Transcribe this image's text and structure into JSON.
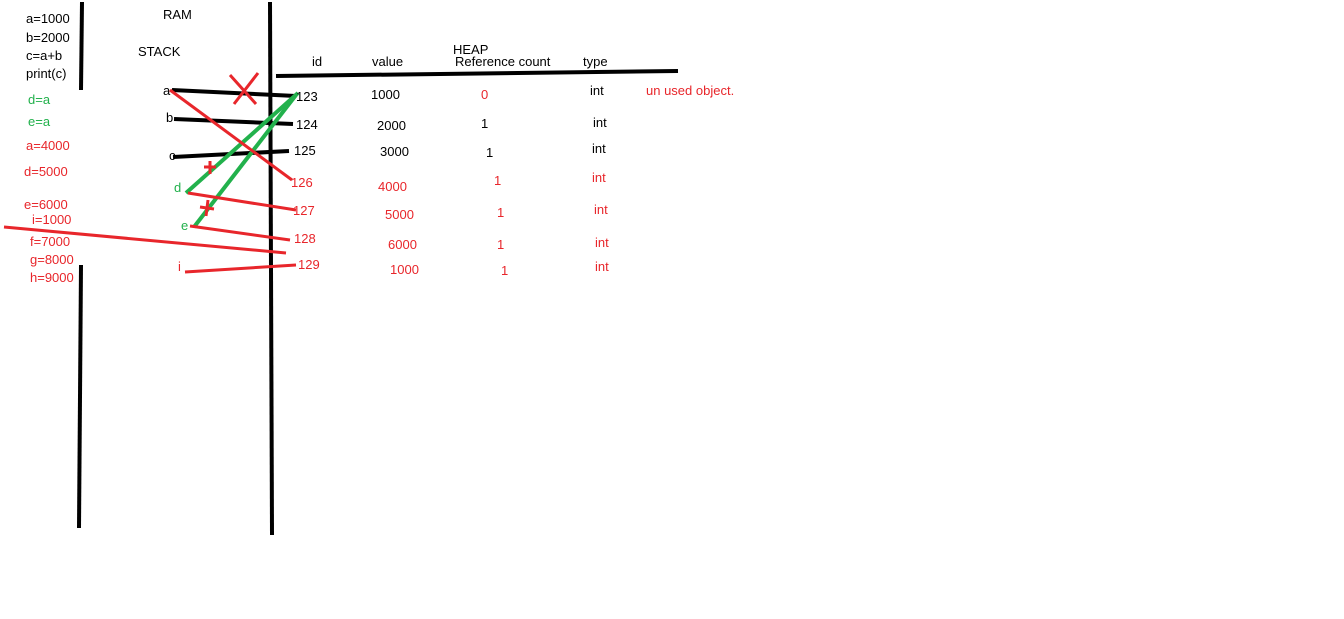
{
  "colors": {
    "black": "#000000",
    "red": "#e8262b",
    "green": "#22b14c"
  },
  "code": {
    "black": [
      "a=1000",
      "b=2000",
      "c=a+b",
      "print(c)"
    ],
    "green": [
      "d=a",
      "e=a"
    ],
    "red": [
      "a=4000",
      "d=5000",
      "e=6000",
      "i=1000",
      "f=7000",
      "g=8000",
      "h=9000"
    ]
  },
  "sections": {
    "ram": "RAM",
    "stack": "STACK",
    "heap": "HEAP"
  },
  "stack_vars": [
    "a",
    "b",
    "c",
    "d",
    "e",
    "i"
  ],
  "table": {
    "headers": [
      "id",
      "value",
      "Reference count",
      "type"
    ],
    "rows": [
      {
        "id": "123",
        "value": "1000",
        "refcount": "0",
        "type": "int"
      },
      {
        "id": "124",
        "value": "2000",
        "refcount": "1",
        "type": "int"
      },
      {
        "id": "125",
        "value": "3000",
        "refcount": "1",
        "type": "int"
      },
      {
        "id": "126",
        "value": "4000",
        "refcount": "1",
        "type": "int"
      },
      {
        "id": "127",
        "value": "5000",
        "refcount": "1",
        "type": "int"
      },
      {
        "id": "128",
        "value": "6000",
        "refcount": "1",
        "type": "int"
      },
      {
        "id": "129",
        "value": "1000",
        "refcount": "1",
        "type": "int"
      }
    ]
  },
  "annotation": "un used object."
}
